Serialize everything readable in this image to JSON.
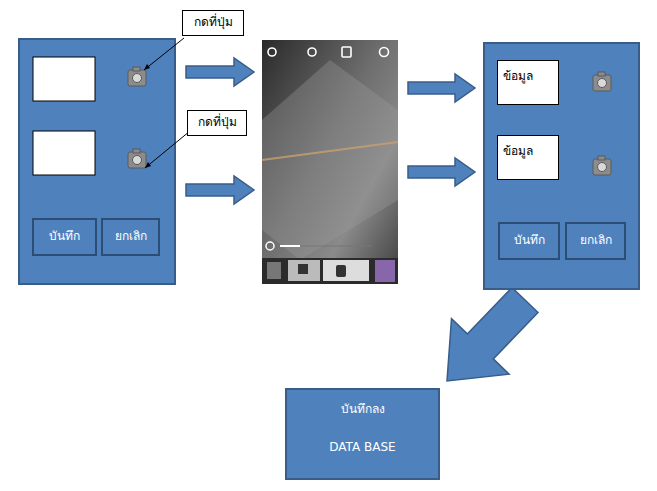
{
  "diagram": {
    "nodes": [
      {
        "text": []
      },
      {
        "text": [
          "กดที่ปุ่ม"
        ]
      },
      {
        "text": [
          "กดที่ปุ่ม"
        ]
      },
      {
        "text": [
          "บันทึก"
        ],
        "in": 0
      },
      {
        "text": [
          "ยกเลิก"
        ],
        "in": 0
      },
      {
        "text": []
      },
      {
        "text": []
      },
      {
        "text": [
          "ข้อมูล"
        ],
        "in": 6
      },
      {
        "text": [
          "ข้อมูล"
        ],
        "in": 6
      },
      {
        "text": [
          "บันทึก"
        ],
        "in": 6
      },
      {
        "text": [
          "ยกเลิก"
        ],
        "in": 6
      },
      {
        "text": [
          "บันทึกลง",
          "DATA BASE"
        ]
      }
    ],
    "edges": [
      {
        "from": 0,
        "to": 5,
        "arrow": "to"
      },
      {
        "from": 0,
        "to": 5,
        "arrow": "to"
      },
      {
        "from": 5,
        "to": 6,
        "arrow": "to"
      },
      {
        "from": 5,
        "to": 6,
        "arrow": "to"
      },
      {
        "from": 6,
        "to": 11,
        "arrow": "to"
      }
    ]
  }
}
